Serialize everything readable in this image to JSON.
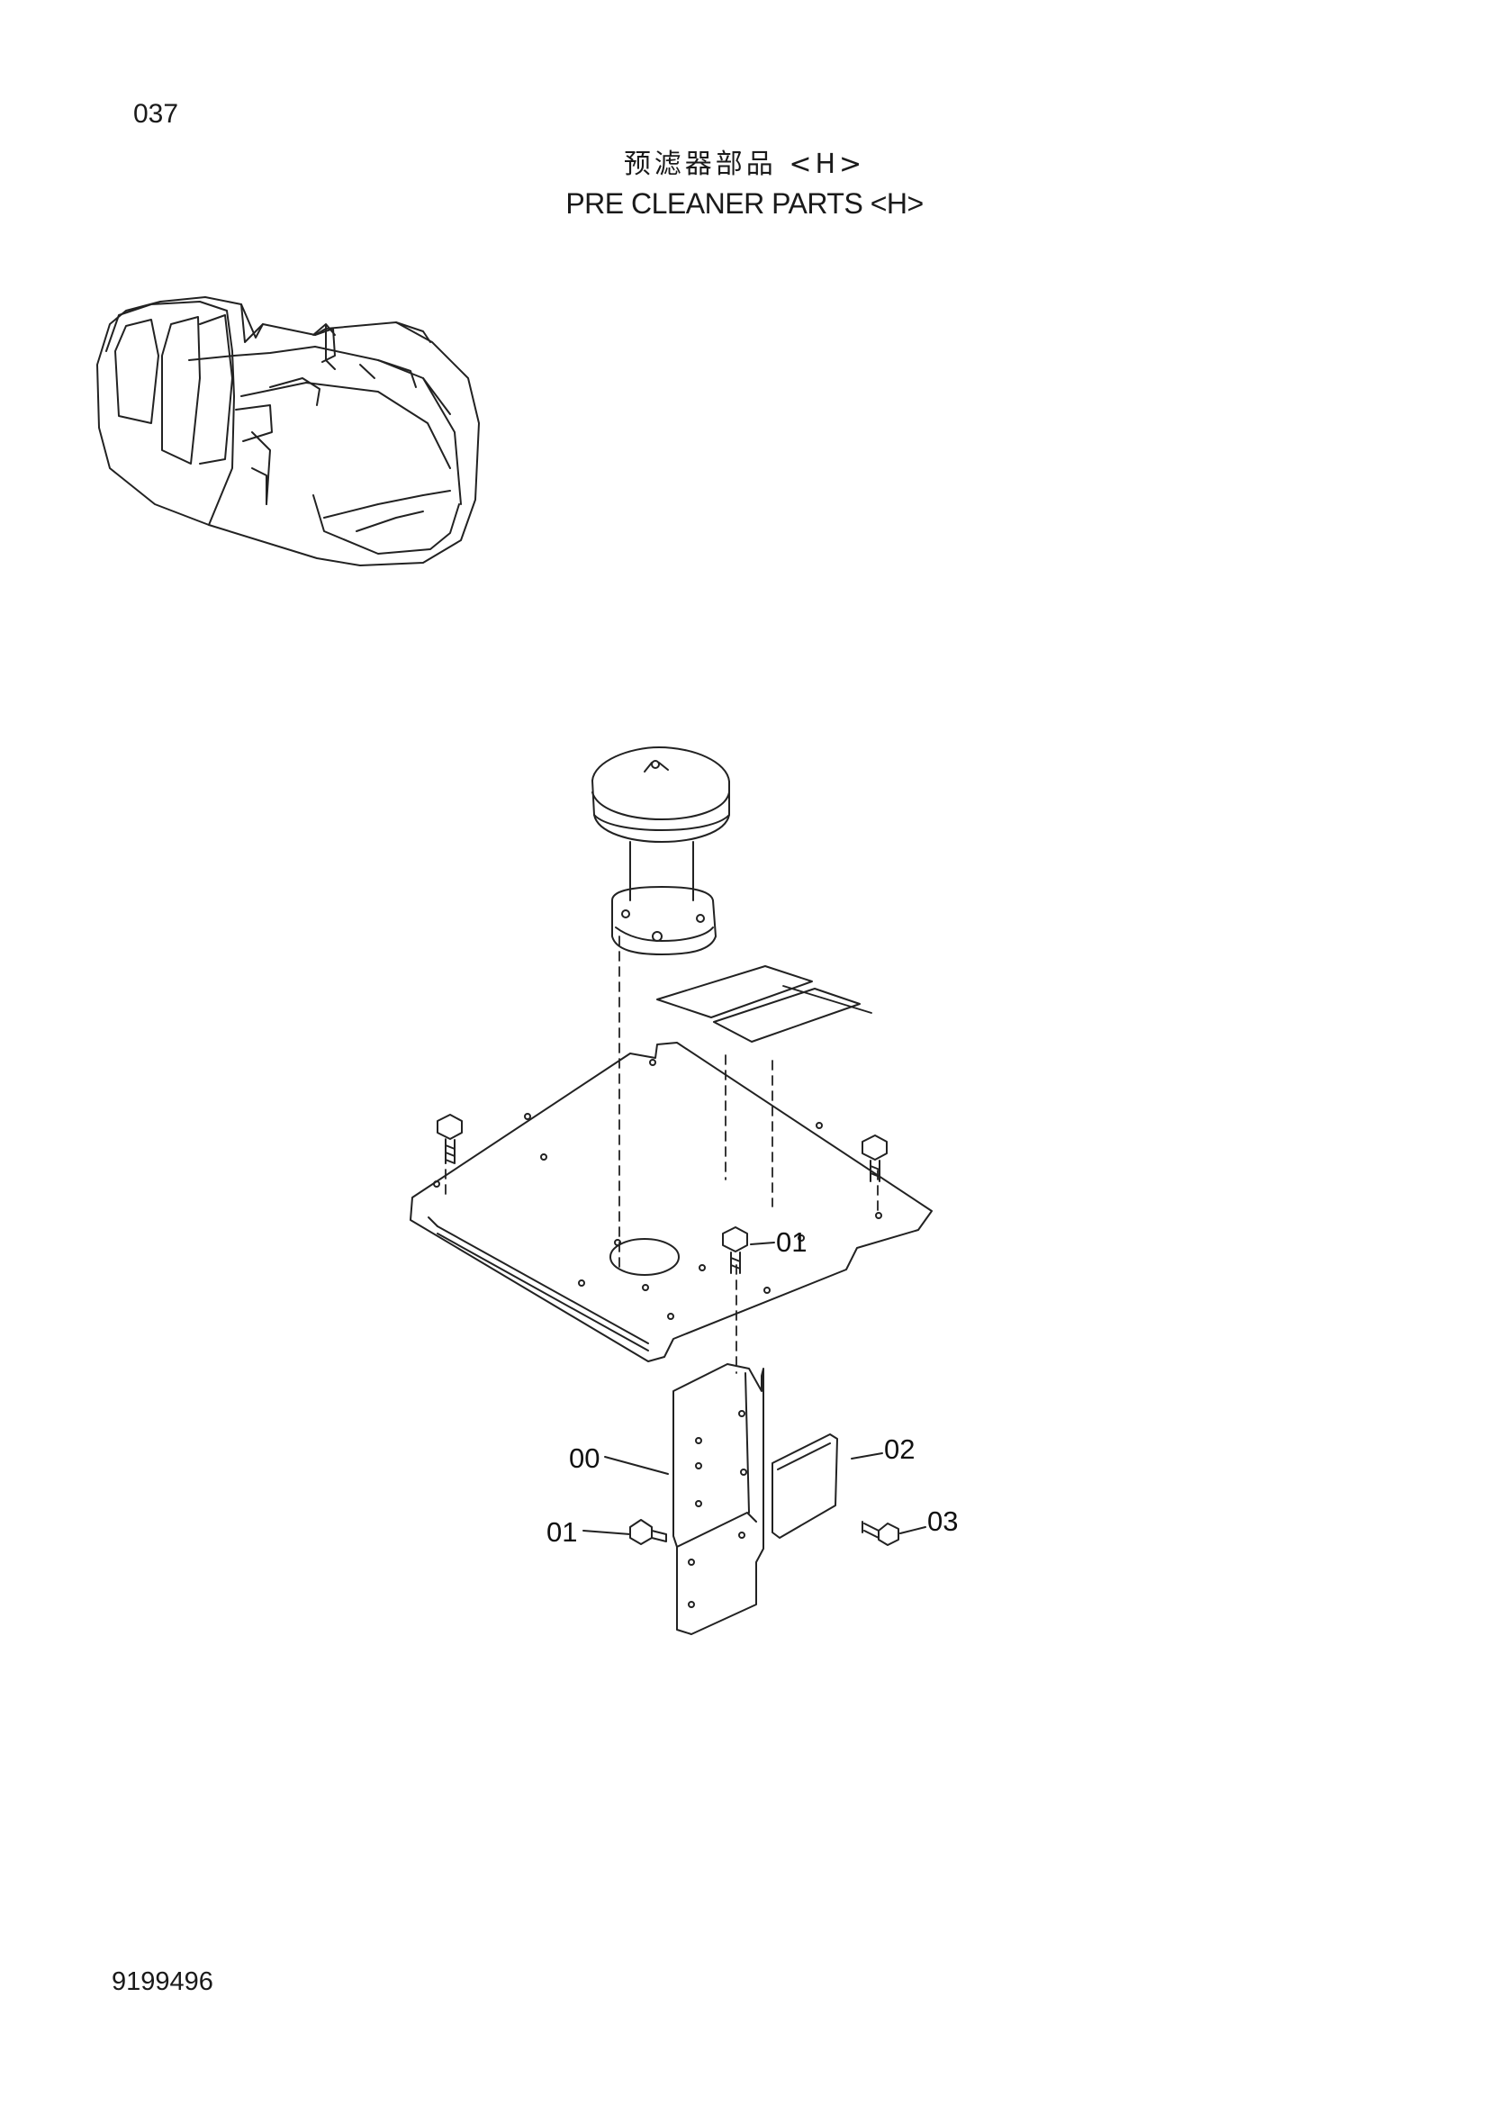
{
  "page": {
    "number": "037",
    "doc_number": "9199496"
  },
  "title": {
    "cn": "预滤器部品 <H>",
    "en": "PRE  CLEANER PARTS <H>"
  },
  "callouts": [
    "01",
    "00",
    "02",
    "01",
    "03"
  ]
}
